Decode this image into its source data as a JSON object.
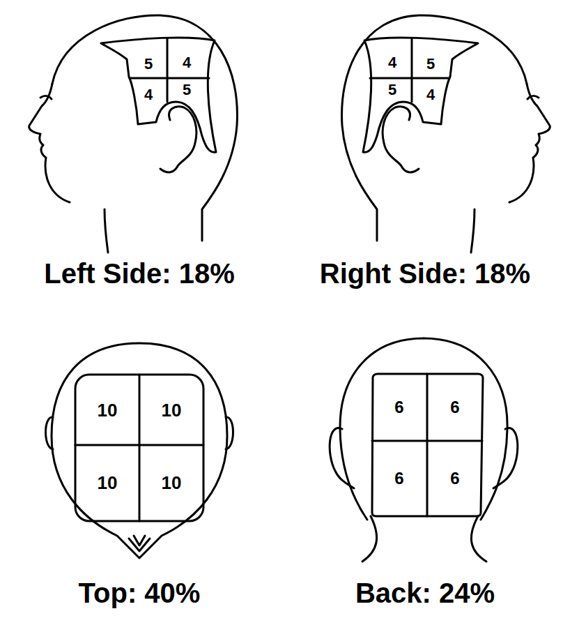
{
  "diagram": {
    "labels": [
      "5",
      "4",
      "4",
      "5",
      "4",
      "5",
      "5",
      "4",
      "Left Side: 18%",
      "Right Side: 18%",
      "10",
      "10",
      "10",
      "10",
      "6",
      "6",
      "6",
      "6",
      "Top: 40%",
      "Back: 24%"
    ]
  }
}
